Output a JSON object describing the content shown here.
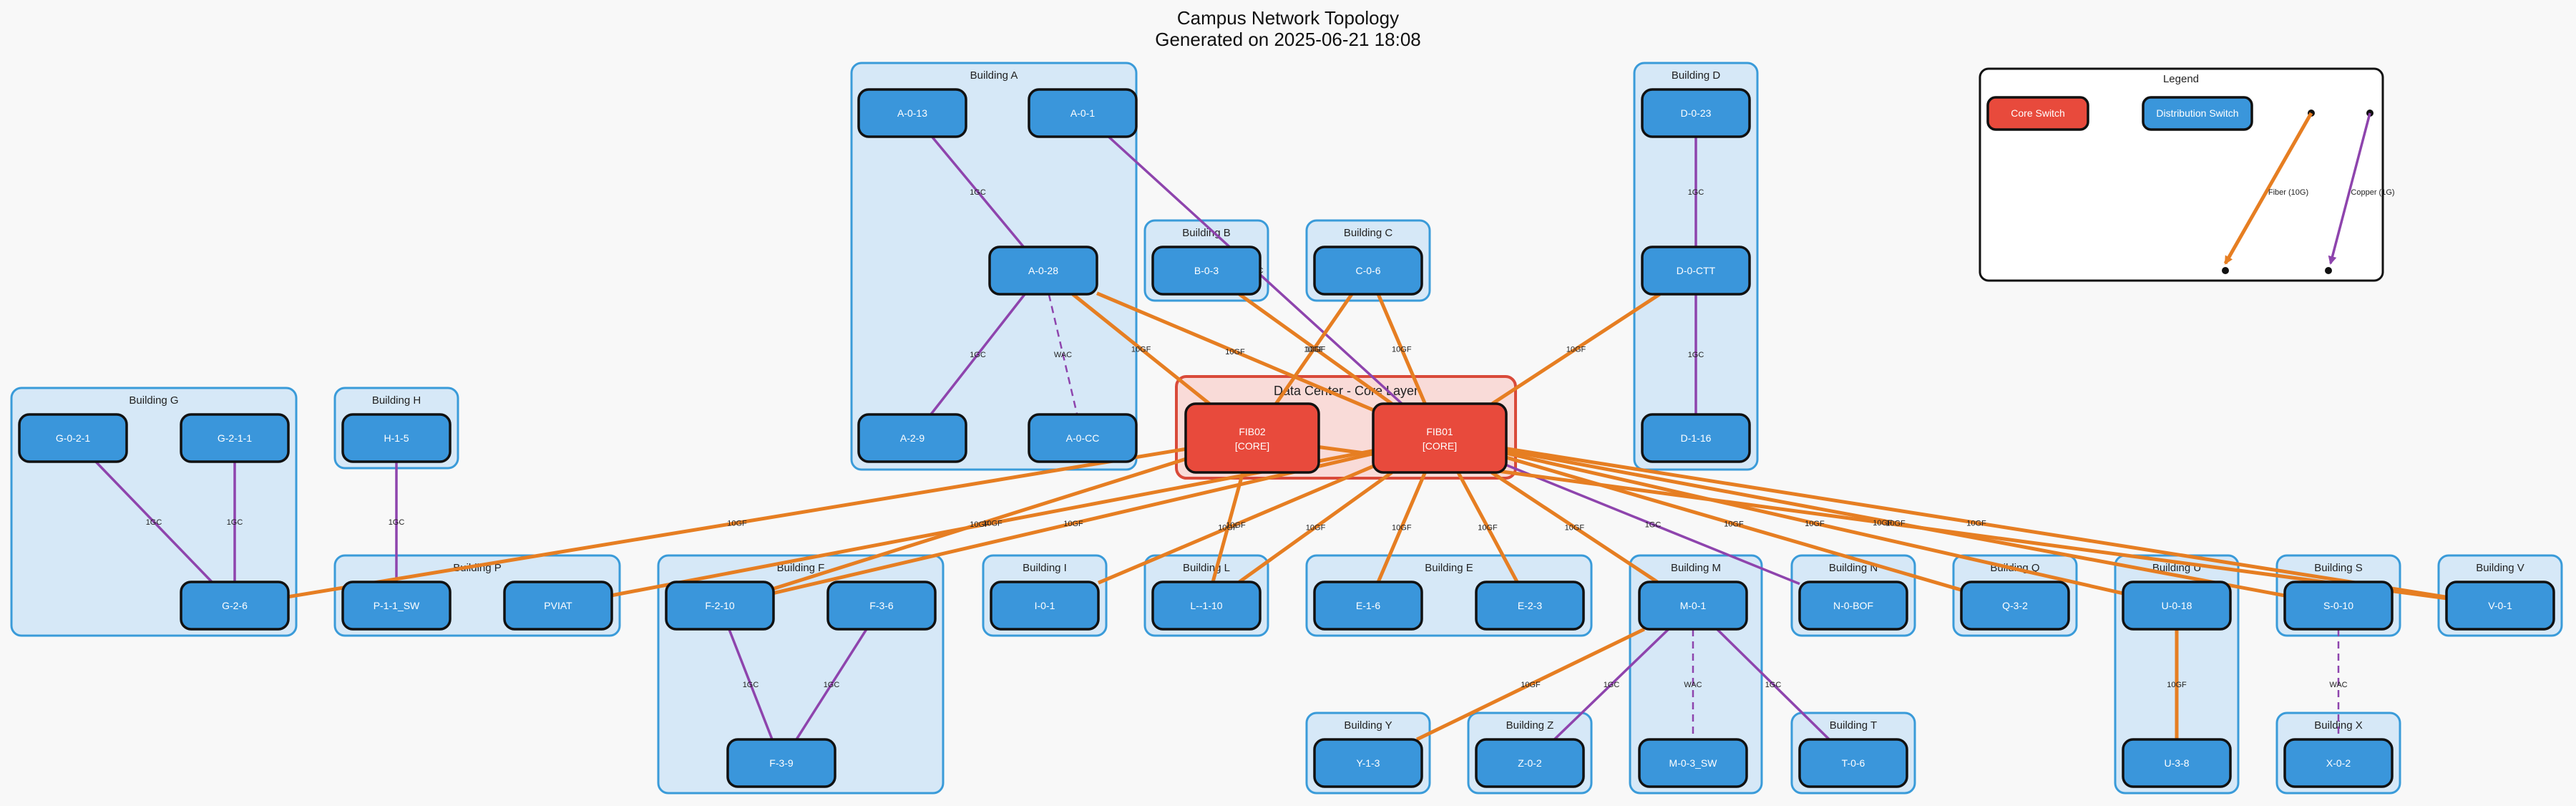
{
  "header": {
    "title": "Campus Network Topology",
    "subtitle": "Generated on 2025-06-21 18:08"
  },
  "colors": {
    "core_switch": "#e84a3c",
    "distribution_switch": "#3a96db",
    "fiber": "#e67e22",
    "copper": "#8e44ad",
    "cluster_fill": "#d6e8f7",
    "core_cluster_fill": "#f9dbd8"
  },
  "clusters": [
    {
      "id": "A",
      "label": "Building A"
    },
    {
      "id": "B",
      "label": "Building B"
    },
    {
      "id": "C",
      "label": "Building C"
    },
    {
      "id": "D",
      "label": "Building D"
    },
    {
      "id": "G",
      "label": "Building G"
    },
    {
      "id": "H",
      "label": "Building H"
    },
    {
      "id": "CORE",
      "label": "Data Center - Core Layer"
    },
    {
      "id": "P",
      "label": "Building P"
    },
    {
      "id": "F",
      "label": "Building F"
    },
    {
      "id": "I",
      "label": "Building I"
    },
    {
      "id": "L",
      "label": "Building L"
    },
    {
      "id": "E",
      "label": "Building E"
    },
    {
      "id": "M",
      "label": "Building M"
    },
    {
      "id": "N",
      "label": "Building N"
    },
    {
      "id": "Q",
      "label": "Building Q"
    },
    {
      "id": "U",
      "label": "Building U"
    },
    {
      "id": "S",
      "label": "Building S"
    },
    {
      "id": "V",
      "label": "Building V"
    },
    {
      "id": "Y",
      "label": "Building Y"
    },
    {
      "id": "Z",
      "label": "Building Z"
    },
    {
      "id": "T",
      "label": "Building T"
    },
    {
      "id": "X",
      "label": "Building X"
    }
  ],
  "nodes": [
    {
      "id": "A013",
      "label": "A-0-13",
      "role": "distribution"
    },
    {
      "id": "A01",
      "label": "A-0-1",
      "role": "distribution"
    },
    {
      "id": "A028",
      "label": "A-0-28",
      "role": "distribution"
    },
    {
      "id": "A29",
      "label": "A-2-9",
      "role": "distribution"
    },
    {
      "id": "A0CC",
      "label": "A-0-CC",
      "role": "distribution"
    },
    {
      "id": "B03",
      "label": "B-0-3",
      "role": "distribution"
    },
    {
      "id": "C06",
      "label": "C-0-6",
      "role": "distribution"
    },
    {
      "id": "D023",
      "label": "D-0-23",
      "role": "distribution"
    },
    {
      "id": "D0CTT",
      "label": "D-0-CTT",
      "role": "distribution"
    },
    {
      "id": "D116",
      "label": "D-1-16",
      "role": "distribution"
    },
    {
      "id": "G021",
      "label": "G-0-2-1",
      "role": "distribution"
    },
    {
      "id": "G211",
      "label": "G-2-1-1",
      "role": "distribution"
    },
    {
      "id": "G26",
      "label": "G-2-6",
      "role": "distribution"
    },
    {
      "id": "H15",
      "label": "H-1-5",
      "role": "distribution"
    },
    {
      "id": "FIB02",
      "label": "FIB02",
      "sublabel": "[CORE]",
      "role": "core"
    },
    {
      "id": "FIB01",
      "label": "FIB01",
      "sublabel": "[CORE]",
      "role": "core"
    },
    {
      "id": "P11SW",
      "label": "P-1-1_SW",
      "role": "distribution"
    },
    {
      "id": "PVIAT",
      "label": "PVIAT",
      "role": "distribution"
    },
    {
      "id": "F210",
      "label": "F-2-10",
      "role": "distribution"
    },
    {
      "id": "F36",
      "label": "F-3-6",
      "role": "distribution"
    },
    {
      "id": "F39",
      "label": "F-3-9",
      "role": "distribution"
    },
    {
      "id": "I01",
      "label": "I-0-1",
      "role": "distribution"
    },
    {
      "id": "L110",
      "label": "L--1-10",
      "role": "distribution"
    },
    {
      "id": "E16",
      "label": "E-1-6",
      "role": "distribution"
    },
    {
      "id": "E23",
      "label": "E-2-3",
      "role": "distribution"
    },
    {
      "id": "M01",
      "label": "M-0-1",
      "role": "distribution"
    },
    {
      "id": "M03SW",
      "label": "M-0-3_SW",
      "role": "distribution"
    },
    {
      "id": "N0BOF",
      "label": "N-0-BOF",
      "role": "distribution"
    },
    {
      "id": "Q32",
      "label": "Q-3-2",
      "role": "distribution"
    },
    {
      "id": "U018",
      "label": "U-0-18",
      "role": "distribution"
    },
    {
      "id": "U38",
      "label": "U-3-8",
      "role": "distribution"
    },
    {
      "id": "S010",
      "label": "S-0-10",
      "role": "distribution"
    },
    {
      "id": "V01",
      "label": "V-0-1",
      "role": "distribution"
    },
    {
      "id": "Y13",
      "label": "Y-1-3",
      "role": "distribution"
    },
    {
      "id": "Z02",
      "label": "Z-0-2",
      "role": "distribution"
    },
    {
      "id": "T06",
      "label": "T-0-6",
      "role": "distribution"
    },
    {
      "id": "X02",
      "label": "X-0-2",
      "role": "distribution"
    }
  ],
  "edges": [
    {
      "from": "A013",
      "to": "A028",
      "type": "copper",
      "label": "1GC"
    },
    {
      "from": "A028",
      "to": "A29",
      "type": "copper",
      "label": "1GC"
    },
    {
      "from": "A028",
      "to": "A0CC",
      "type": "wifi",
      "label": "WAC"
    },
    {
      "from": "A028",
      "to": "FIB02",
      "type": "fiber",
      "label": "10GF"
    },
    {
      "from": "A028",
      "to": "FIB01",
      "type": "fiber",
      "label": "10GF"
    },
    {
      "from": "A01",
      "to": "FIB01",
      "type": "copper",
      "label": "1GC"
    },
    {
      "from": "B03",
      "to": "FIB01",
      "type": "fiber",
      "label": "10GF"
    },
    {
      "from": "C06",
      "to": "FIB02",
      "type": "fiber",
      "label": "10GF"
    },
    {
      "from": "C06",
      "to": "FIB01",
      "type": "fiber",
      "label": "10GF"
    },
    {
      "from": "D023",
      "to": "D0CTT",
      "type": "copper",
      "label": "1GC"
    },
    {
      "from": "D0CTT",
      "to": "D116",
      "type": "copper",
      "label": "1GC"
    },
    {
      "from": "D0CTT",
      "to": "FIB01",
      "type": "fiber",
      "label": "10GF"
    },
    {
      "from": "G021",
      "to": "G26",
      "type": "copper",
      "label": "1GC"
    },
    {
      "from": "G211",
      "to": "G26",
      "type": "copper",
      "label": "1GC"
    },
    {
      "from": "H15",
      "to": "P11SW",
      "type": "copper",
      "label": "1GC"
    },
    {
      "from": "FIB02",
      "to": "G26",
      "type": "fiber",
      "label": "10GF"
    },
    {
      "from": "FIB01",
      "to": "F210",
      "type": "fiber",
      "label": "10GF"
    },
    {
      "from": "FIB02",
      "to": "F210",
      "type": "fiber",
      "label": "10GF"
    },
    {
      "from": "FIB01",
      "to": "PVIAT",
      "type": "fiber",
      "label": "10GF"
    },
    {
      "from": "FIB01",
      "to": "I01",
      "type": "fiber",
      "label": "10GF"
    },
    {
      "from": "FIB02",
      "to": "L110",
      "type": "fiber",
      "label": "10GF"
    },
    {
      "from": "FIB01",
      "to": "L110",
      "type": "fiber",
      "label": "10GF"
    },
    {
      "from": "FIB01",
      "to": "E16",
      "type": "fiber",
      "label": "10GF"
    },
    {
      "from": "FIB01",
      "to": "E23",
      "type": "fiber",
      "label": "10GF"
    },
    {
      "from": "FIB01",
      "to": "M01",
      "type": "fiber",
      "label": "10GF"
    },
    {
      "from": "FIB01",
      "to": "N0BOF",
      "type": "copper",
      "label": "1GC"
    },
    {
      "from": "FIB01",
      "to": "Q32",
      "type": "fiber",
      "label": "10GF"
    },
    {
      "from": "FIB01",
      "to": "U018",
      "type": "fiber",
      "label": "10GF"
    },
    {
      "from": "FIB01",
      "to": "S010",
      "type": "fiber",
      "label": "10GF"
    },
    {
      "from": "FIB01",
      "to": "V01",
      "type": "fiber",
      "label": "10GF"
    },
    {
      "from": "FIB02",
      "to": "V01",
      "type": "fiber",
      "label": "10GF"
    },
    {
      "from": "F36",
      "to": "F39",
      "type": "copper",
      "label": "1GC"
    },
    {
      "from": "F210",
      "to": "F39",
      "type": "copper",
      "label": "1GC"
    },
    {
      "from": "M01",
      "to": "Y13",
      "type": "fiber",
      "label": "10GF"
    },
    {
      "from": "M01",
      "to": "Z02",
      "type": "copper",
      "label": "1GC"
    },
    {
      "from": "M01",
      "to": "M03SW",
      "type": "wifi",
      "label": "WAC"
    },
    {
      "from": "M01",
      "to": "T06",
      "type": "copper",
      "label": "1GC"
    },
    {
      "from": "U018",
      "to": "U38",
      "type": "fiber",
      "label": "10GF"
    },
    {
      "from": "S010",
      "to": "X02",
      "type": "wifi",
      "label": "WAC"
    }
  ],
  "legend": {
    "title": "Legend",
    "core_switch": "Core Switch",
    "distribution_switch": "Distribution Switch",
    "fiber": "Fiber (10G)",
    "copper": "Copper (1G)"
  }
}
